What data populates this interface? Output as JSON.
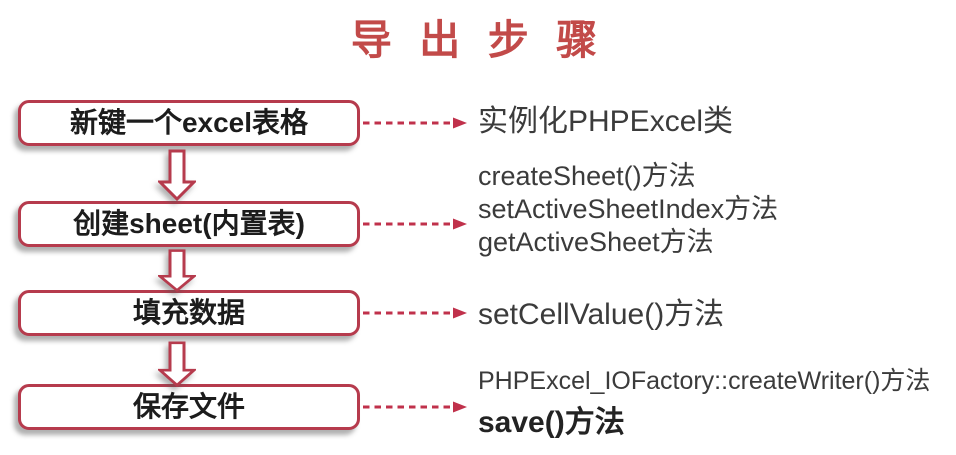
{
  "title": "导 出 步 骤",
  "colors": {
    "accent_red": "#b63b4d",
    "title_red": "#c24a49",
    "box_text": "#1c1c1c",
    "desc_text": "#3b3b3b"
  },
  "steps": [
    {
      "box_label": "新键一个excel表格",
      "desc_lines": [
        "实例化PHPExcel类"
      ]
    },
    {
      "box_label": "创建sheet(内置表)",
      "desc_lines": [
        "createSheet()方法",
        "setActiveSheetIndex方法",
        "getActiveSheet方法"
      ]
    },
    {
      "box_label": "填充数据",
      "desc_lines": [
        "setCellValue()方法"
      ]
    },
    {
      "box_label": "保存文件",
      "desc_lines": [
        "PHPExcel_IOFactory::createWriter()方法",
        "save()方法"
      ]
    }
  ]
}
